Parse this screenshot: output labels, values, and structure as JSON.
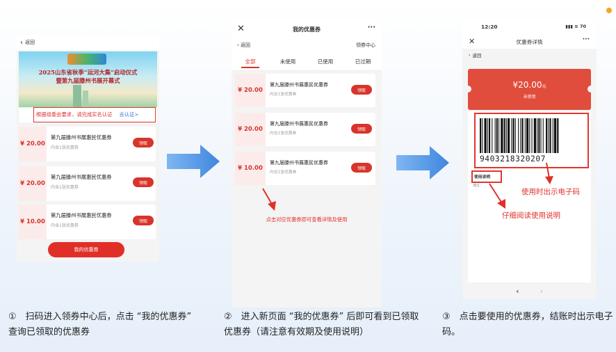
{
  "panel1": {
    "back": "返回",
    "banner_line1": "2025山东省秋季“运河大集”启动仪式",
    "banner_line2": "暨第九届滕州书展开幕式",
    "realname_notice": "根据组委会要求，请完成实名认证",
    "realname_link": "去认证>",
    "coupons": [
      {
        "amount": "¥ 20.00",
        "name": "第九届滕州书展惠民优惠券",
        "sub": "内含1张优惠券",
        "button": "领取"
      },
      {
        "amount": "¥ 20.00",
        "name": "第九届滕州书展惠民优惠券",
        "sub": "内含1张优惠券",
        "button": "领取"
      },
      {
        "amount": "¥ 10.00",
        "name": "第九届滕州书展惠民优惠券",
        "sub": "内含1张优惠券",
        "button": "领取"
      }
    ],
    "my_coupons_button": "我的优惠券"
  },
  "panel2": {
    "title": "我的优惠券",
    "more": "···",
    "back": "返回",
    "coupon_center": "领券中心",
    "tabs": [
      "全部",
      "未使用",
      "已使用",
      "已过期"
    ],
    "coupons": [
      {
        "amount": "¥ 20.00",
        "name": "第九届滕州书展惠民优惠券",
        "sub": "内含1张优惠券",
        "button": "领取"
      },
      {
        "amount": "¥ 20.00",
        "name": "第九届滕州书展惠民优惠券",
        "sub": "内含1张优惠券",
        "button": "领取"
      },
      {
        "amount": "¥ 10.00",
        "name": "第九届滕州书展惠民优惠券",
        "sub": "内含1张优惠券",
        "button": "领取"
      }
    ],
    "annotation": "点击对应优惠券即可查看详情及使用"
  },
  "panel3": {
    "time": "12:20",
    "signal": "▮▮▮ ≋ 70",
    "title": "优惠券详情",
    "more": "···",
    "back": "返回",
    "amount": "¥20.00",
    "amount_unit": "元",
    "status": "未使用",
    "barcode_digits": "940321832020​7",
    "usage_label": "使用说明",
    "usage_text": "通过",
    "nav_prev": "‹",
    "nav_next": "›",
    "annotation_barcode": "使用时出示电子码",
    "annotation_usage": "仔细阅读使用说明"
  },
  "captions": {
    "step1": "①　扫码进入领券中心后，点击 “我的优惠券” 查询已领取的优惠券",
    "step2": "②　进入新页面 “我的优惠券” 后即可看到已领取优惠券（请注意有效期及使用说明）",
    "step3": "③　点击要使用的优惠券，结账时出示电子码。"
  },
  "colors": {
    "accent_red": "#d8342b",
    "arrow_blue": "#4a8fe3"
  }
}
